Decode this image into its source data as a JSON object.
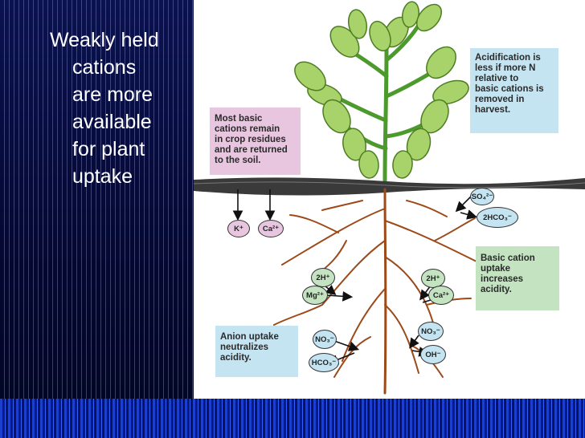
{
  "slide": {
    "bullet_lines": [
      "Weakly held",
      "cations",
      "are more",
      "available",
      "for plant",
      "uptake"
    ]
  },
  "diagram": {
    "labels": {
      "acidification": [
        "Acidification is",
        "less if more N",
        "relative to",
        "basic cations is",
        "removed in",
        "harvest."
      ],
      "residues": [
        "Most basic",
        "cations remain",
        "in crop residues",
        "and are returned",
        "to the soil."
      ],
      "cation_uptake": [
        "Basic cation",
        "uptake",
        "increases",
        "acidity."
      ],
      "anion_uptake": [
        "Anion uptake",
        "neutralizes",
        "acidity."
      ]
    },
    "ions": {
      "k": "K⁺",
      "ca_top": "Ca²⁺",
      "so4": "SO₄²⁻",
      "hco3_right": "2HCO₃⁻",
      "h2_left": "2H⁺",
      "mg": "Mg²⁺",
      "h2_right": "2H⁺",
      "ca_right": "Ca²⁺",
      "no3_left": "NO₃⁻",
      "hco3_left": "HCO₃⁻",
      "no3_right": "NO₃⁻",
      "oh": "OH⁻"
    },
    "colors": {
      "pink": "#e9c6e0",
      "blue": "#c4e4f2",
      "green": "#c3e3c1",
      "leaf": "#a8d36a",
      "stem": "#4d9a2c",
      "root": "#9c4a1a"
    }
  }
}
